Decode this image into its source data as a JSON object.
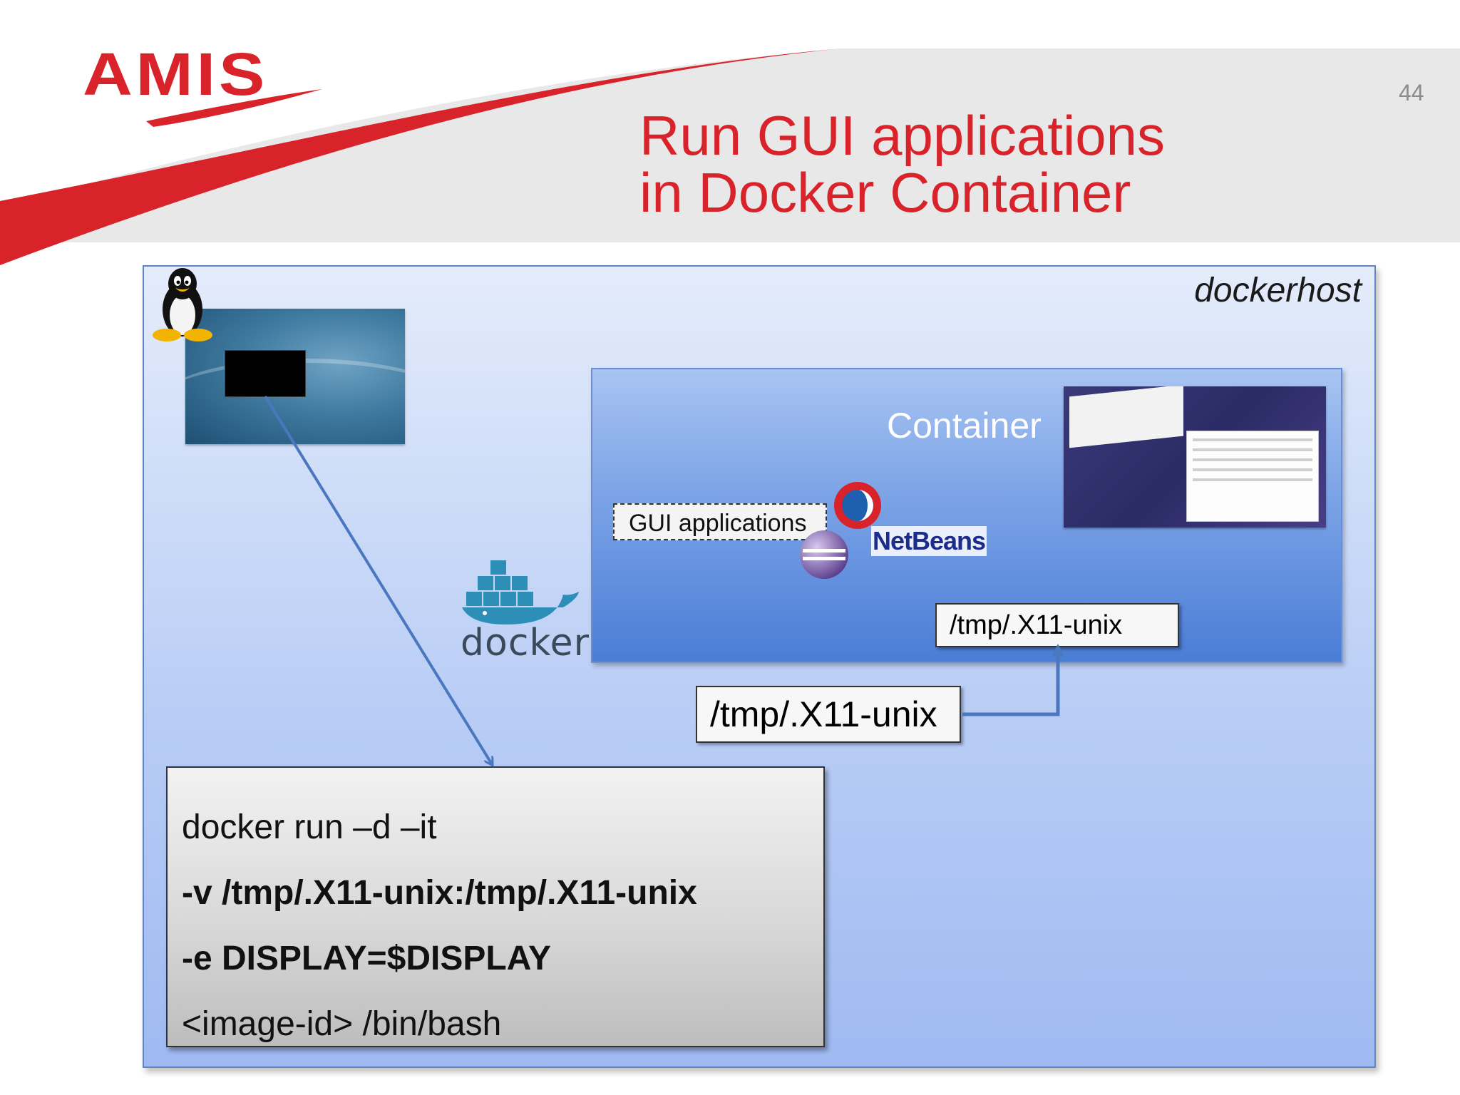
{
  "header": {
    "logo_text": "AMIS",
    "page_number": "44",
    "title_line1": "Run GUI applications",
    "title_line2": "in Docker Container"
  },
  "diagram": {
    "dockerhost_label": "dockerhost",
    "container_label": "Container",
    "gui_apps_label": "GUI applications",
    "netbeans_label": "NetBeans",
    "docker_label": "docker",
    "x11_inner_path": "/tmp/.X11-unix",
    "x11_outer_path": "/tmp/.X11-unix"
  },
  "command": {
    "line1": "docker run –d –it",
    "line2": "-v /tmp/.X11-unix:/tmp/.X11-unix",
    "line3": "-e DISPLAY=$DISPLAY",
    "line4": "<image-id> /bin/bash"
  },
  "icons": {
    "linux": "tux-penguin-icon",
    "docker": "docker-whale-icon",
    "eclipse": "eclipse-icon",
    "jdeveloper": "jdeveloper-icon"
  },
  "colors": {
    "brand_red": "#d8232a",
    "arrow_blue": "#4a78c0",
    "header_gray": "#e8e8e8"
  }
}
